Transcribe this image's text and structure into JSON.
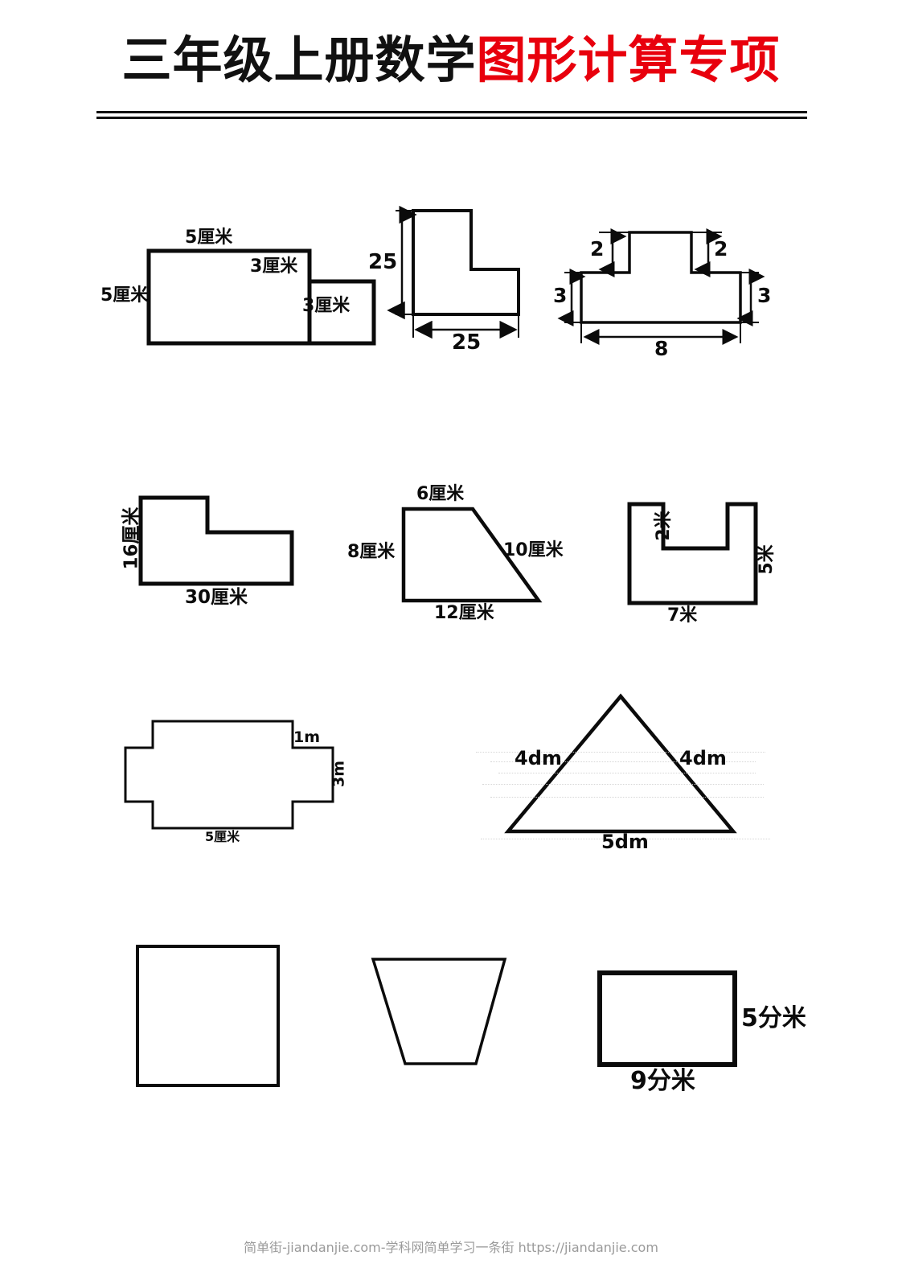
{
  "title": {
    "part_black": "三年级上册数学",
    "part_red": "图形计算专项",
    "red_color": "#e8000d",
    "black_color": "#111111"
  },
  "figures": [
    {
      "id": "fig-1",
      "name": "step-l-shape-two-squares",
      "labels": {
        "top_left": "5厘米",
        "left_side": "5厘米",
        "top_right": "3厘米",
        "right_side": "3厘米"
      }
    },
    {
      "id": "fig-2",
      "name": "l-shape-with-dimension-arrows",
      "labels": {
        "vertical": "25",
        "horizontal": "25"
      }
    },
    {
      "id": "fig-3",
      "name": "t-shape-with-dimension-arrows",
      "labels": {
        "notch_left": "2",
        "notch_right": "2",
        "height_left": "3",
        "height_right": "3",
        "base": "8"
      }
    },
    {
      "id": "fig-4",
      "name": "l-shape-large",
      "labels": {
        "left_side": "16厘米",
        "bottom": "30厘米"
      }
    },
    {
      "id": "fig-5",
      "name": "right-trapezoid",
      "labels": {
        "top": "6厘米",
        "left_side": "8厘米",
        "slant_side": "10厘米",
        "bottom": "12厘米"
      }
    },
    {
      "id": "fig-6",
      "name": "u-shape",
      "labels": {
        "notch_depth": "2米",
        "right_side": "5米",
        "bottom": "7米"
      }
    },
    {
      "id": "fig-7",
      "name": "cross-shape",
      "labels": {
        "tab_height": "1m",
        "right_side": "3m",
        "bottom": "5厘米"
      }
    },
    {
      "id": "fig-8",
      "name": "isosceles-triangle",
      "labels": {
        "left_side": "4dm",
        "right_side": "4dm",
        "base": "5dm"
      }
    },
    {
      "id": "fig-9",
      "name": "square-unlabeled",
      "labels": {}
    },
    {
      "id": "fig-10",
      "name": "inverted-trapezoid-unlabeled",
      "labels": {}
    },
    {
      "id": "fig-11",
      "name": "rectangle",
      "labels": {
        "bottom": "9分米",
        "right_side": "5分米"
      }
    }
  ],
  "footer": {
    "text": "简单街-jiandanjie.com-学科网简单学习一条街 https://jiandanjie.com"
  }
}
